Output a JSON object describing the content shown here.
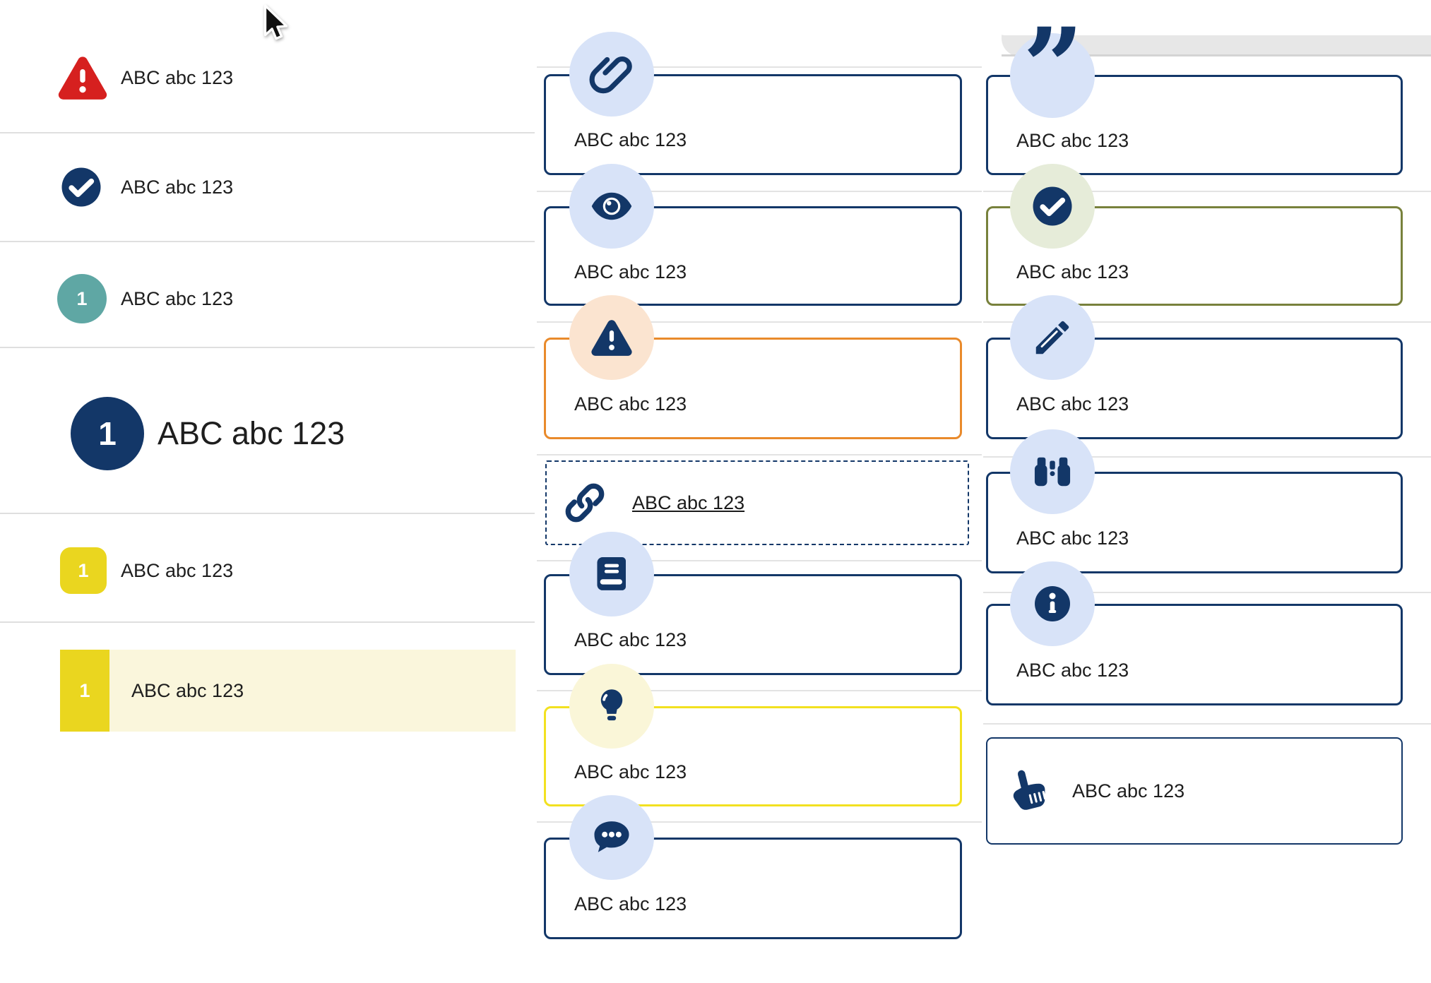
{
  "colors": {
    "navy": "#133768",
    "red": "#d6201f",
    "teal": "#5fa7a4",
    "yellow_badge": "#ead61f",
    "yellow_border": "#f2e120",
    "orange_border": "#e98a2b",
    "olive_border": "#78813c",
    "highlight_cream": "#faf6dc",
    "icon_blue_bg": "#d8e3f8",
    "icon_peach_bg": "#fbe4d0",
    "icon_palegreen_bg": "#e6ecd9",
    "icon_paleyellow_bg": "#faf6d8"
  },
  "icon_glyphs": {
    "quote": "”"
  },
  "left_list": {
    "items": [
      {
        "icon": "warning-icon",
        "label": "ABC abc 123"
      },
      {
        "icon": "check-circle-icon",
        "label": "ABC abc 123"
      },
      {
        "icon": "number-badge-teal",
        "badge": "1",
        "label": "ABC abc 123"
      },
      {
        "icon": "number-badge-navy-large",
        "badge": "1",
        "label": "ABC abc 123"
      },
      {
        "icon": "number-badge-yellow",
        "badge": "1",
        "label": "ABC abc 123"
      },
      {
        "icon": "number-badge-yellow-block",
        "badge": "1",
        "label": "ABC abc 123",
        "highlighted": true
      }
    ]
  },
  "middle_cards": {
    "items": [
      {
        "icon": "paperclip-icon",
        "label": "ABC abc 123",
        "variant": "navy"
      },
      {
        "icon": "eye-icon",
        "label": "ABC abc 123",
        "variant": "navy"
      },
      {
        "icon": "warning-icon",
        "label": "ABC abc 123",
        "variant": "orange"
      },
      {
        "icon": "link-icon",
        "label": "ABC abc 123",
        "variant": "dashed-link"
      },
      {
        "icon": "book-icon",
        "label": "ABC abc 123",
        "variant": "navy"
      },
      {
        "icon": "lightbulb-icon",
        "label": "ABC abc 123",
        "variant": "yellow"
      },
      {
        "icon": "chat-icon",
        "label": "ABC abc 123",
        "variant": "navy"
      }
    ]
  },
  "right_cards": {
    "items": [
      {
        "icon": "quote-icon",
        "label": "ABC abc 123",
        "variant": "navy"
      },
      {
        "icon": "check-circle-icon",
        "label": "ABC abc 123",
        "variant": "olive"
      },
      {
        "icon": "pencil-icon",
        "label": "ABC abc 123",
        "variant": "navy"
      },
      {
        "icon": "binoculars-icon",
        "label": "ABC abc 123",
        "variant": "navy"
      },
      {
        "icon": "info-icon",
        "label": "ABC abc 123",
        "variant": "navy"
      },
      {
        "icon": "pointing-hand-icon",
        "label": "ABC abc 123",
        "variant": "navy-thin"
      }
    ]
  }
}
